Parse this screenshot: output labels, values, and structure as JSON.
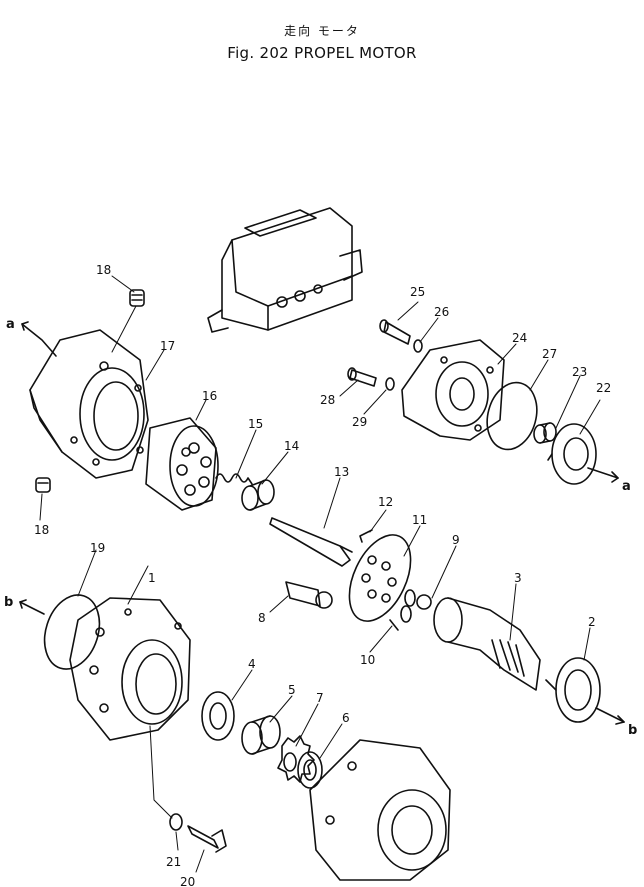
{
  "header": {
    "title_jp": "走向 モータ",
    "title": "Fig. 202 PROPEL MOTOR"
  },
  "callouts": [
    "1",
    "2",
    "3",
    "4",
    "5",
    "6",
    "7",
    "8",
    "9",
    "10",
    "11",
    "12",
    "13",
    "14",
    "15",
    "16",
    "17",
    "18",
    "18",
    "19",
    "20",
    "21",
    "22",
    "23",
    "24",
    "25",
    "26",
    "27",
    "28",
    "29"
  ],
  "side_labels": {
    "a_left": "a",
    "a_right": "a",
    "b_left": "b",
    "b_right": "b"
  },
  "colors": {
    "ink": "#111111",
    "paper": "#ffffff"
  }
}
